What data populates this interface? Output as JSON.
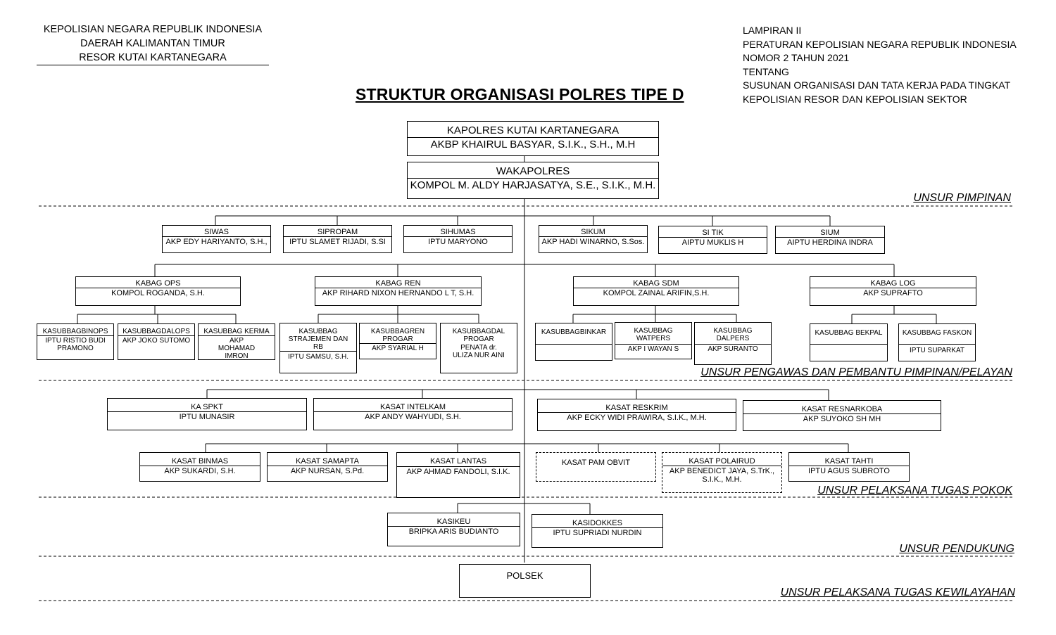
{
  "header_left": [
    "KEPOLISIAN NEGARA REPUBLIK INDONESIA",
    "DAERAH KALIMANTAN TIMUR",
    "RESOR KUTAI KARTANEGARA"
  ],
  "header_right": [
    "LAMPIRAN II",
    "PERATURAN KEPOLISIAN NEGARA REPUBLIK INDONESIA",
    "NOMOR 2 TAHUN 2021",
    "TENTANG",
    "SUSUNAN ORGANISASI DAN TATA KERJA PADA TINGKAT",
    "KEPOLISIAN RESOR DAN KEPOLISIAN SEKTOR"
  ],
  "title": "STRUKTUR ORGANISASI POLRES TIPE D",
  "bands": [
    "UNSUR PIMPINAN",
    "UNSUR PENGAWAS DAN PEMBANTU PIMPINAN/PELAYAN",
    "UNSUR PELAKSANA TUGAS POKOK",
    "UNSUR PENDUKUNG",
    "UNSUR PELAKSANA TUGAS KEWILAYAHAN"
  ],
  "pimpinan": [
    {
      "title": "KAPOLRES KUTAI KARTANEGARA",
      "name": "AKBP KHAIRUL BASYAR, S.I.K., S.H., M.H"
    },
    {
      "title": "WAKAPOLRES",
      "name": "KOMPOL M. ALDY HARJASATYA, S.E., S.I.K., M.H."
    }
  ],
  "staff": [
    {
      "title": "SIWAS",
      "name": "AKP EDY HARIYANTO, S.H.,"
    },
    {
      "title": "SIPROPAM",
      "name": "IPTU SLAMET RIJADI, S.SI"
    },
    {
      "title": "SIHUMAS",
      "name": "IPTU MARYONO"
    },
    {
      "title": "SIKUM",
      "name": "AKP HADI WINARNO, S.Sos."
    },
    {
      "title": "SI TIK",
      "name": "AIPTU MUKLIS H"
    },
    {
      "title": "SIUM",
      "name": "AIPTU HERDINA INDRA"
    }
  ],
  "kabag": [
    {
      "title": "KABAG OPS",
      "name": "KOMPOL ROGANDA, S.H."
    },
    {
      "title": "KABAG REN",
      "name": "AKP RIHARD NIXON HERNANDO L T, S.H."
    },
    {
      "title": "KABAG SDM",
      "name": "KOMPOL ZAINAL ARIFIN,S.H."
    },
    {
      "title": "KABAG LOG",
      "name": "AKP SUPRAFTO"
    }
  ],
  "kasubbag": [
    {
      "title": "KASUBBAGBINOPS",
      "name": "IPTU RISTIO BUDI PRAMONO"
    },
    {
      "title": "KASUBBAGDALOPS",
      "name": "AKP JOKO SUTOMO"
    },
    {
      "title": "KASUBBAG KERMA",
      "name": "AKP MOHAMAD IMRON"
    },
    {
      "title": "KASUBBAG STRAJEMEN DAN RB",
      "name": "IPTU SAMSU, S.H."
    },
    {
      "title": "KASUBBAGREN PROGAR",
      "name": "AKP SYARIAL H"
    },
    {
      "title": "KASUBBAGDAL PROGAR",
      "name": "PENATA dr. ULIZA NUR AINI"
    },
    {
      "title": "KASUBBAGBINKAR",
      "name": ""
    },
    {
      "title": "KASUBBAG WATPERS",
      "name": "AKP I WAYAN S"
    },
    {
      "title": "KASUBBAG DALPERS",
      "name": "AKP SURANTO"
    },
    {
      "title": "KASUBBAG BEKPAL",
      "name": ""
    },
    {
      "title": "KASUBBAG FASKON",
      "name": "IPTU SUPARKAT"
    }
  ],
  "kasat_row1": [
    {
      "title": "KA SPKT",
      "name": "IPTU MUNASIR"
    },
    {
      "title": "KASAT INTELKAM",
      "name": "AKP ANDY WAHYUDI, S.H."
    },
    {
      "title": "KASAT RESKRIM",
      "name": "AKP ECKY WIDI PRAWIRA, S.I.K., M.H."
    },
    {
      "title": "KASAT RESNARKOBA",
      "name": "AKP SUYOKO SH MH"
    }
  ],
  "kasat_row2": [
    {
      "title": "KASAT BINMAS",
      "name": "AKP SUKARDI, S.H."
    },
    {
      "title": "KASAT SAMAPTA",
      "name": "AKP NURSAN, S.Pd."
    },
    {
      "title": "KASAT LANTAS",
      "name": "AKP AHMAD FANDOLI, S.I.K."
    },
    {
      "title": "KASAT PAM OBVIT",
      "name": ""
    },
    {
      "title": "KASAT POLAIRUD",
      "name": "AKP  BENEDICT JAYA, S.TrK., S.I.K., M.H."
    },
    {
      "title": "KASAT TAHTI",
      "name": "IPTU AGUS SUBROTO"
    }
  ],
  "pendukung": [
    {
      "title": "KASIKEU",
      "name": "BRIPKA ARIS BUDIANTO"
    },
    {
      "title": "KASIDOKKES",
      "name": "IPTU SUPRIADI NURDIN"
    }
  ],
  "wilayah": {
    "title": "POLSEK"
  }
}
